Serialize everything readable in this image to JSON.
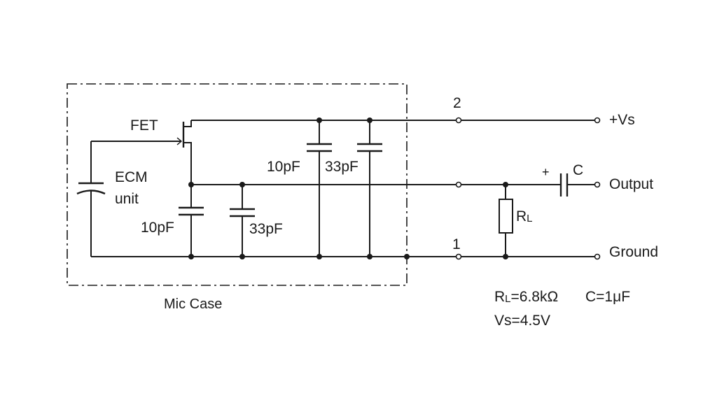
{
  "diagram": {
    "mic_case_label": "Mic Case",
    "fet_label": "FET",
    "ecm_line1": "ECM",
    "ecm_line2": "unit",
    "cap_inner_1": "10pF",
    "cap_inner_2": "33pF",
    "cap_top_1": "10pF",
    "cap_top_2": "33pF",
    "pin_2": "2",
    "pin_1": "1",
    "vs_terminal": "+Vs",
    "output_terminal": "Output",
    "ground_terminal": "Ground",
    "cap_c_label": "C",
    "cap_c_polarity": "+",
    "rl_label_main": "R",
    "rl_label_sub": "L",
    "spec_rl_main": "R",
    "spec_rl_sub": "L",
    "spec_rl_value": "=6.8kΩ",
    "spec_c": "C=1μF",
    "spec_vs": "Vs=4.5V"
  },
  "colors": {
    "line": "#1a1a1a",
    "background": "#ffffff"
  }
}
